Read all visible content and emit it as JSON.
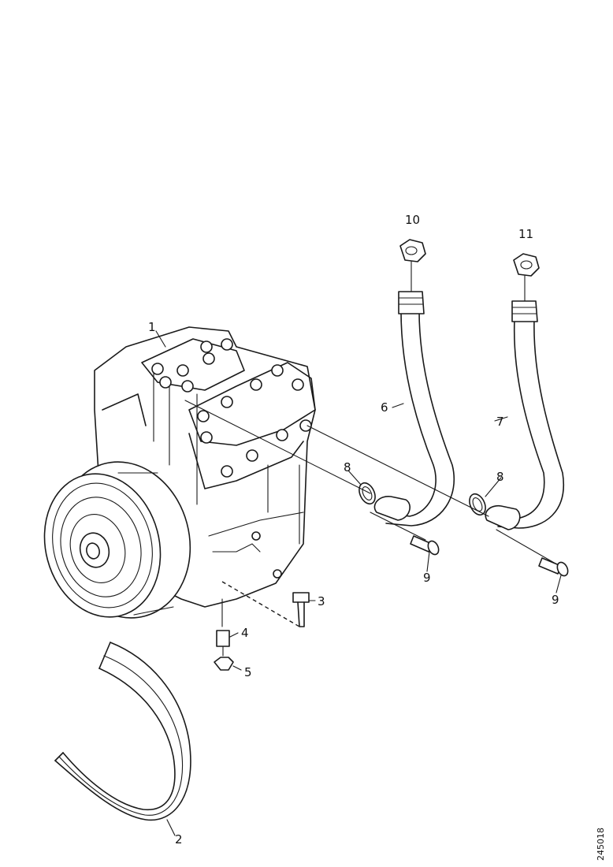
{
  "callouts": {
    "c1": "1",
    "c2": "2",
    "c3": "3",
    "c4": "4",
    "c5": "5",
    "c6": "6",
    "c7": "7",
    "c8a": "8",
    "c8b": "8",
    "c9a": "9",
    "c9b": "9",
    "c10": "10",
    "c11": "11"
  },
  "catalog_number": "245018"
}
